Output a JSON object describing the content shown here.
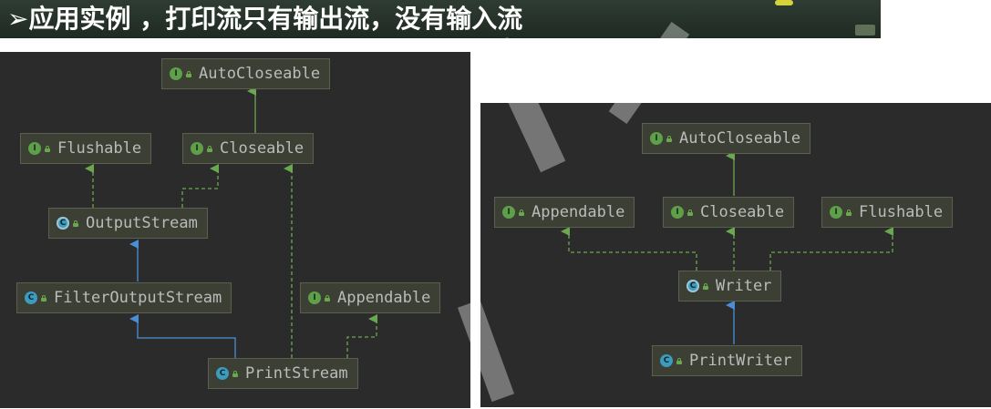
{
  "banner": {
    "title": "➢应用实例 ，打印流只有输出流，没有输入流"
  },
  "colors": {
    "panel_bg": "#2b2b2b",
    "node_bg": "#3c3f33",
    "interface_badge": "#5e9f4a",
    "class_badge": "#3d9bbe",
    "implements_edge": "#6aa84f",
    "extends_edge": "#4a8fd6"
  },
  "left_diagram": {
    "nodes": [
      {
        "id": "autocloseable",
        "label": "AutoCloseable",
        "kind": "interface",
        "badge": "I"
      },
      {
        "id": "flushable",
        "label": "Flushable",
        "kind": "interface",
        "badge": "I"
      },
      {
        "id": "closeable",
        "label": "Closeable",
        "kind": "interface",
        "badge": "I"
      },
      {
        "id": "outputstream",
        "label": "OutputStream",
        "kind": "abstract-class",
        "badge": "C"
      },
      {
        "id": "filteroutputstream",
        "label": "FilterOutputStream",
        "kind": "class",
        "badge": "C"
      },
      {
        "id": "appendable",
        "label": "Appendable",
        "kind": "interface",
        "badge": "I"
      },
      {
        "id": "printstream",
        "label": "PrintStream",
        "kind": "class",
        "badge": "C"
      }
    ],
    "edges": [
      {
        "from": "closeable",
        "to": "autocloseable",
        "type": "extends-interface"
      },
      {
        "from": "outputstream",
        "to": "flushable",
        "type": "implements"
      },
      {
        "from": "outputstream",
        "to": "closeable",
        "type": "implements"
      },
      {
        "from": "filteroutputstream",
        "to": "outputstream",
        "type": "extends"
      },
      {
        "from": "printstream",
        "to": "filteroutputstream",
        "type": "extends"
      },
      {
        "from": "printstream",
        "to": "closeable",
        "type": "implements"
      },
      {
        "from": "printstream",
        "to": "appendable",
        "type": "implements"
      }
    ]
  },
  "right_diagram": {
    "nodes": [
      {
        "id": "autocloseable",
        "label": "AutoCloseable",
        "kind": "interface",
        "badge": "I"
      },
      {
        "id": "appendable",
        "label": "Appendable",
        "kind": "interface",
        "badge": "I"
      },
      {
        "id": "closeable",
        "label": "Closeable",
        "kind": "interface",
        "badge": "I"
      },
      {
        "id": "flushable",
        "label": "Flushable",
        "kind": "interface",
        "badge": "I"
      },
      {
        "id": "writer",
        "label": "Writer",
        "kind": "abstract-class",
        "badge": "C"
      },
      {
        "id": "printwriter",
        "label": "PrintWriter",
        "kind": "class",
        "badge": "C"
      }
    ],
    "edges": [
      {
        "from": "closeable",
        "to": "autocloseable",
        "type": "extends-interface"
      },
      {
        "from": "writer",
        "to": "appendable",
        "type": "implements"
      },
      {
        "from": "writer",
        "to": "closeable",
        "type": "implements"
      },
      {
        "from": "writer",
        "to": "flushable",
        "type": "implements"
      },
      {
        "from": "printwriter",
        "to": "writer",
        "type": "extends"
      }
    ]
  }
}
